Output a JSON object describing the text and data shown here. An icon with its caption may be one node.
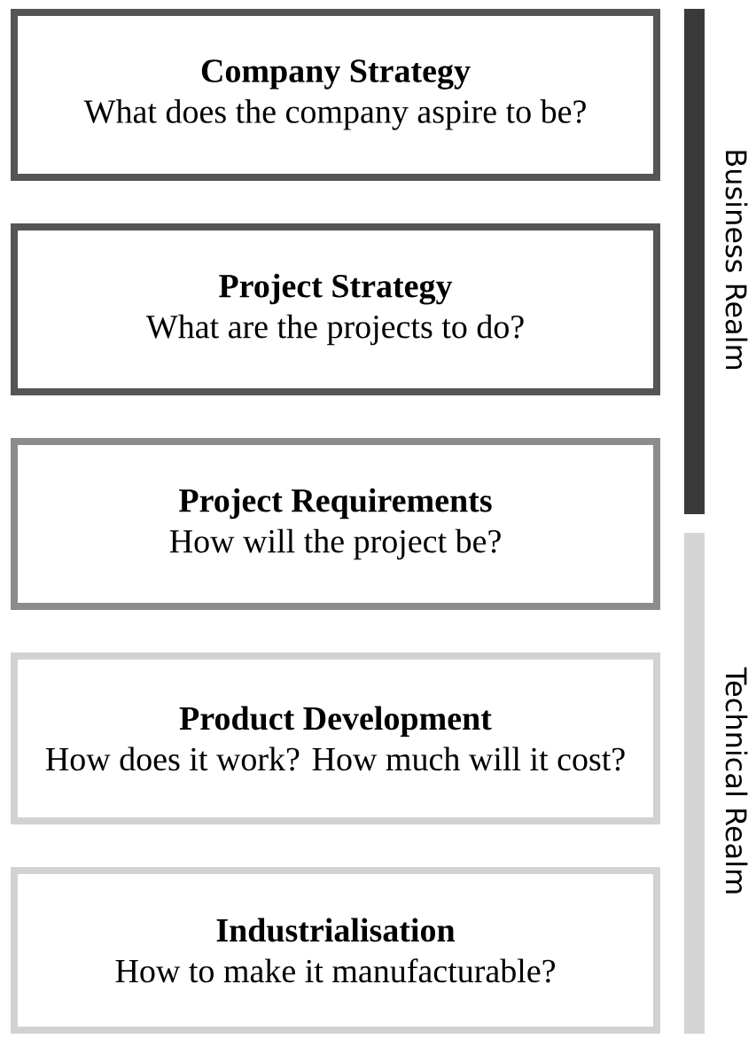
{
  "diagram": {
    "nodes": [
      {
        "text": [
          "Company Strategy",
          "What does the company aspire to be?"
        ]
      },
      {
        "text": [
          "Project Strategy",
          "What are the projects to do?"
        ]
      },
      {
        "text": [
          "Project Requirements",
          "How will the project be?"
        ]
      },
      {
        "text": [
          "Product Development",
          "How does it work? How much will it cost?"
        ]
      },
      {
        "text": [
          "Industrialisation",
          "How to make it manufacturable?"
        ]
      },
      {
        "text": [],
        "shape": "bar",
        "beside": [
          "Business Realm"
        ]
      },
      {
        "text": [],
        "shape": "bar",
        "beside": [
          "Technical Realm"
        ]
      }
    ]
  }
}
